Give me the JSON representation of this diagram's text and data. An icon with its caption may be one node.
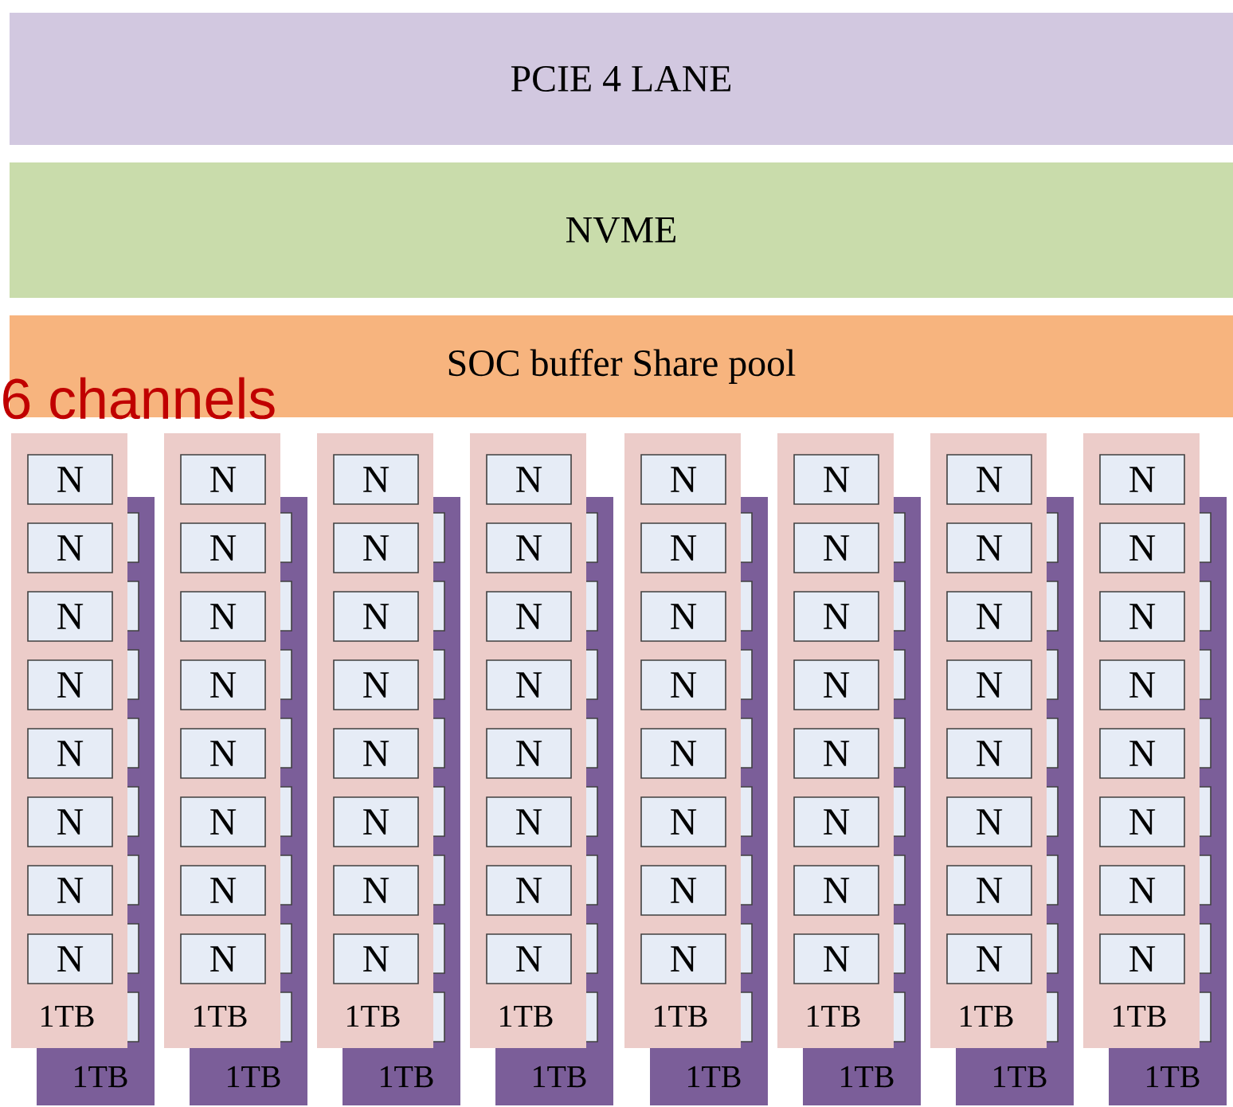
{
  "diagram": {
    "nodes": [
      {
        "text": [
          "PCIE 4 LANE"
        ]
      },
      {
        "text": [
          "NVME"
        ]
      },
      {
        "text": [
          "SOC buffer Share pool"
        ]
      },
      {
        "text": [
          "1TB"
        ]
      },
      {
        "text": [
          "N"
        ],
        "in": 3
      },
      {
        "text": [
          "N"
        ],
        "in": 3
      },
      {
        "text": [
          "N"
        ],
        "in": 3
      },
      {
        "text": [
          "N"
        ],
        "in": 3
      },
      {
        "text": [
          "N"
        ],
        "in": 3
      },
      {
        "text": [
          "N"
        ],
        "in": 3
      },
      {
        "text": [
          "N"
        ],
        "in": 3
      },
      {
        "text": [
          "N"
        ],
        "in": 3
      },
      {
        "text": [
          "1TB"
        ]
      },
      {
        "text": [
          "1TB"
        ]
      },
      {
        "text": [
          "N"
        ],
        "in": 13
      },
      {
        "text": [
          "N"
        ],
        "in": 13
      },
      {
        "text": [
          "N"
        ],
        "in": 13
      },
      {
        "text": [
          "N"
        ],
        "in": 13
      },
      {
        "text": [
          "N"
        ],
        "in": 13
      },
      {
        "text": [
          "N"
        ],
        "in": 13
      },
      {
        "text": [
          "N"
        ],
        "in": 13
      },
      {
        "text": [
          "N"
        ],
        "in": 13
      },
      {
        "text": [
          "1TB"
        ]
      },
      {
        "text": [
          "1TB"
        ]
      },
      {
        "text": [
          "N"
        ],
        "in": 23
      },
      {
        "text": [
          "N"
        ],
        "in": 23
      },
      {
        "text": [
          "N"
        ],
        "in": 23
      },
      {
        "text": [
          "N"
        ],
        "in": 23
      },
      {
        "text": [
          "N"
        ],
        "in": 23
      },
      {
        "text": [
          "N"
        ],
        "in": 23
      },
      {
        "text": [
          "N"
        ],
        "in": 23
      },
      {
        "text": [
          "N"
        ],
        "in": 23
      },
      {
        "text": [
          "1TB"
        ]
      },
      {
        "text": [
          "1TB"
        ]
      },
      {
        "text": [
          "N"
        ],
        "in": 33
      },
      {
        "text": [
          "N"
        ],
        "in": 33
      },
      {
        "text": [
          "N"
        ],
        "in": 33
      },
      {
        "text": [
          "N"
        ],
        "in": 33
      },
      {
        "text": [
          "N"
        ],
        "in": 33
      },
      {
        "text": [
          "N"
        ],
        "in": 33
      },
      {
        "text": [
          "N"
        ],
        "in": 33
      },
      {
        "text": [
          "N"
        ],
        "in": 33
      },
      {
        "text": [
          "1TB"
        ]
      },
      {
        "text": [
          "1TB"
        ]
      },
      {
        "text": [
          "N"
        ],
        "in": 43
      },
      {
        "text": [
          "N"
        ],
        "in": 43
      },
      {
        "text": [
          "N"
        ],
        "in": 43
      },
      {
        "text": [
          "N"
        ],
        "in": 43
      },
      {
        "text": [
          "N"
        ],
        "in": 43
      },
      {
        "text": [
          "N"
        ],
        "in": 43
      },
      {
        "text": [
          "N"
        ],
        "in": 43
      },
      {
        "text": [
          "N"
        ],
        "in": 43
      },
      {
        "text": [
          "1TB"
        ]
      },
      {
        "text": [
          "1TB"
        ]
      },
      {
        "text": [
          "N"
        ],
        "in": 53
      },
      {
        "text": [
          "N"
        ],
        "in": 53
      },
      {
        "text": [
          "N"
        ],
        "in": 53
      },
      {
        "text": [
          "N"
        ],
        "in": 53
      },
      {
        "text": [
          "N"
        ],
        "in": 53
      },
      {
        "text": [
          "N"
        ],
        "in": 53
      },
      {
        "text": [
          "N"
        ],
        "in": 53
      },
      {
        "text": [
          "N"
        ],
        "in": 53
      },
      {
        "text": [
          "1TB"
        ]
      },
      {
        "text": [
          "1TB"
        ]
      },
      {
        "text": [
          "N"
        ],
        "in": 63
      },
      {
        "text": [
          "N"
        ],
        "in": 63
      },
      {
        "text": [
          "N"
        ],
        "in": 63
      },
      {
        "text": [
          "N"
        ],
        "in": 63
      },
      {
        "text": [
          "N"
        ],
        "in": 63
      },
      {
        "text": [
          "N"
        ],
        "in": 63
      },
      {
        "text": [
          "N"
        ],
        "in": 63
      },
      {
        "text": [
          "N"
        ],
        "in": 63
      },
      {
        "text": [
          "1TB"
        ]
      },
      {
        "text": [
          "1TB"
        ]
      },
      {
        "text": [
          "N"
        ],
        "in": 73
      },
      {
        "text": [
          "N"
        ],
        "in": 73
      },
      {
        "text": [
          "N"
        ],
        "in": 73
      },
      {
        "text": [
          "N"
        ],
        "in": 73
      },
      {
        "text": [
          "N"
        ],
        "in": 73
      },
      {
        "text": [
          "N"
        ],
        "in": 73
      },
      {
        "text": [
          "N"
        ],
        "in": 73
      },
      {
        "text": [
          "N"
        ],
        "in": 73
      },
      {
        "text": [
          "1TB"
        ]
      }
    ],
    "labels": [
      "6 channels"
    ]
  }
}
